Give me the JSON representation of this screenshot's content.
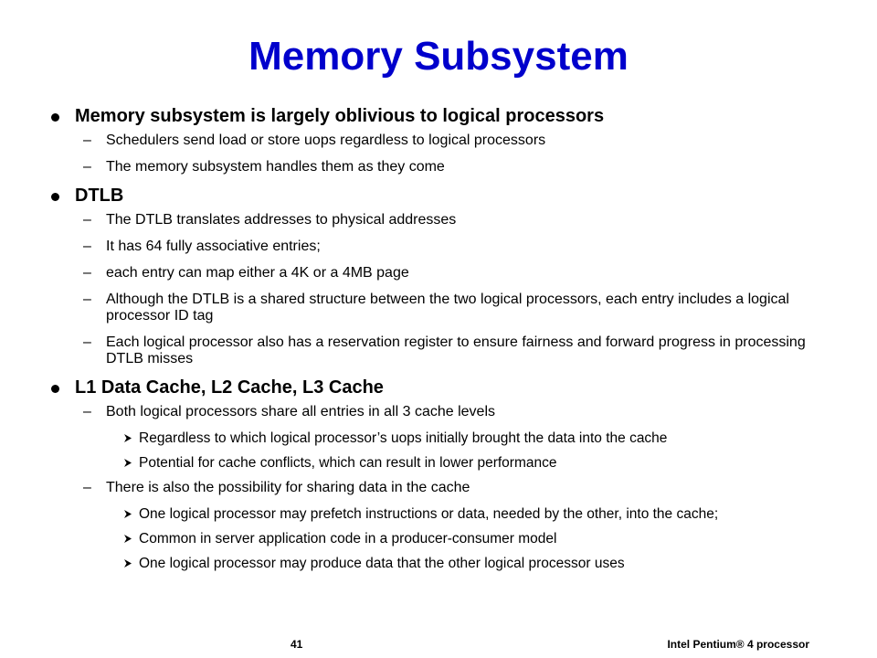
{
  "slide": {
    "title": "Memory Subsystem",
    "page_number": "41",
    "footer": "Intel Pentium® 4 processor"
  },
  "sections": [
    {
      "heading": "Memory subsystem is largely oblivious to logical processors",
      "items": [
        {
          "text": "Schedulers send load or store uops regardless to logical processors"
        },
        {
          "text": "The memory subsystem handles them as they come"
        }
      ]
    },
    {
      "heading": "DTLB",
      "items": [
        {
          "text": "The DTLB translates addresses to physical addresses"
        },
        {
          "text": "It has 64 fully associative entries;"
        },
        {
          "text": "each entry can map either a 4K or a 4MB page"
        },
        {
          "text": "Although the DTLB is a shared structure between the two logical processors, each entry includes a logical processor ID tag"
        },
        {
          "text": "Each logical processor also has a reservation register to ensure fairness and forward progress in processing DTLB misses"
        }
      ]
    },
    {
      "heading": "L1 Data Cache, L2 Cache, L3 Cache",
      "items": [
        {
          "text": "Both logical processors share all entries in all 3 cache levels",
          "subitems": [
            "Regardless to which logical processor’s uops initially brought the data into the cache",
            "Potential for cache conflicts, which can result in lower performance"
          ]
        },
        {
          "text": "There is also the possibility for sharing data in the cache",
          "subitems": [
            "One logical processor may prefetch instructions or data, needed by the other, into the cache;",
            "Common in server application code in a producer-consumer model",
            "One logical processor may produce data that the other logical processor uses"
          ]
        }
      ]
    }
  ],
  "icons": {
    "level1_bullet": "filled-circle-bullet-icon",
    "level2_marker": "–",
    "level3_marker": "arrowhead-bullet-icon"
  },
  "colors": {
    "title": "#0000cc",
    "text": "#000000",
    "background": "#ffffff"
  }
}
